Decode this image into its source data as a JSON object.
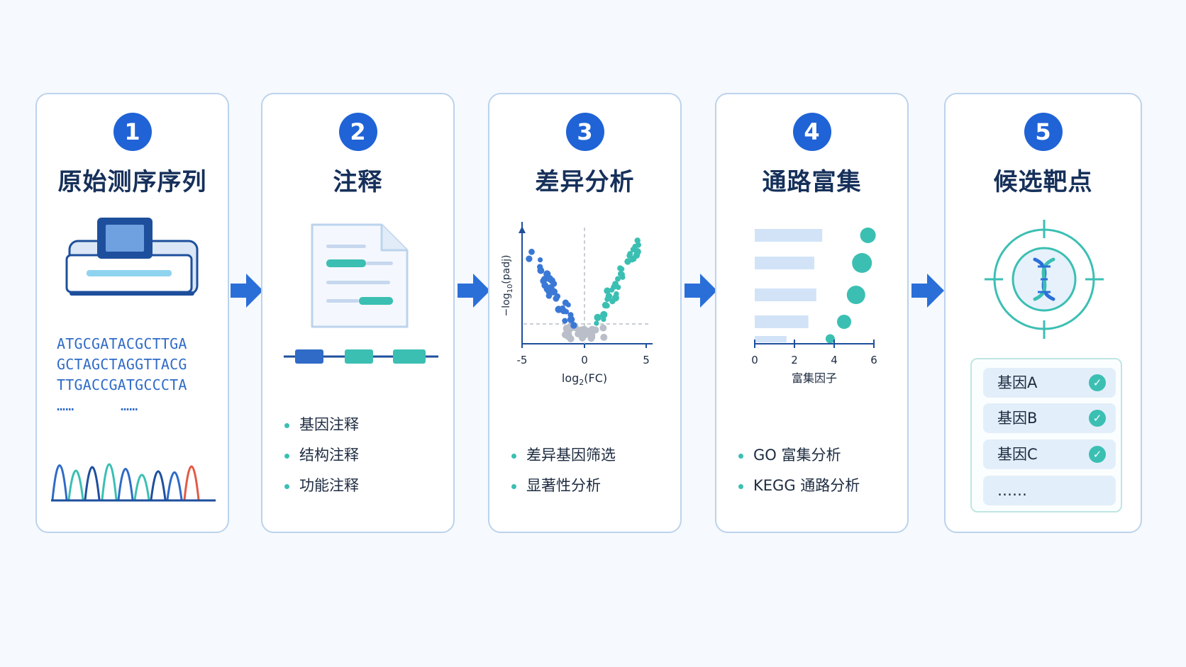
{
  "steps": [
    {
      "number": "1",
      "title": "原始测序序列",
      "sequences": [
        "ATGCGATACGCTTGA",
        "GCTAGCTAGGTTACG",
        "TTGACCGATGCCCTA"
      ],
      "ellipsis": [
        "……",
        "……"
      ]
    },
    {
      "number": "2",
      "title": "注释",
      "bullets": [
        "基因注释",
        "结构注释",
        "功能注释"
      ]
    },
    {
      "number": "3",
      "title": "差异分析",
      "bullets": [
        "差异基因筛选",
        "显著性分析"
      ]
    },
    {
      "number": "4",
      "title": "通路富集",
      "bullets": [
        "GO 富集分析",
        "KEGG 通路分析"
      ]
    },
    {
      "number": "5",
      "title": "候选靶点",
      "genes": [
        "基因A",
        "基因B",
        "基因C"
      ],
      "more": "……"
    }
  ],
  "chart_data": [
    {
      "type": "scatter",
      "title": "",
      "xlabel_base": "log",
      "xlabel_sub": "2",
      "xlabel_rest": "(FC)",
      "ylabel_base": "−log",
      "ylabel_sub": "10",
      "ylabel_rest": "(padj)",
      "xticks": [
        "-5",
        "0",
        "5"
      ],
      "xlim": [
        -5,
        5
      ],
      "colors": {
        "down": "#3a78d6",
        "up": "#3bbfb3",
        "ns": "#b9bec8"
      }
    },
    {
      "type": "bar",
      "xlabel": "富集因子",
      "xticks": [
        "0",
        "2",
        "4",
        "6"
      ],
      "xlim": [
        0,
        6
      ],
      "values": [
        3.4,
        3.0,
        3.1,
        2.7,
        1.6
      ],
      "dot_values": [
        5.7,
        5.4,
        5.1,
        4.5,
        3.8
      ],
      "colors": {
        "bar": "#d2e3f7",
        "dot": "#3bbfb3"
      }
    }
  ],
  "colors": {
    "accent": "#1f63d6",
    "teal": "#3bbfb3",
    "border": "#bcd3ec",
    "navy": "#16305a"
  }
}
